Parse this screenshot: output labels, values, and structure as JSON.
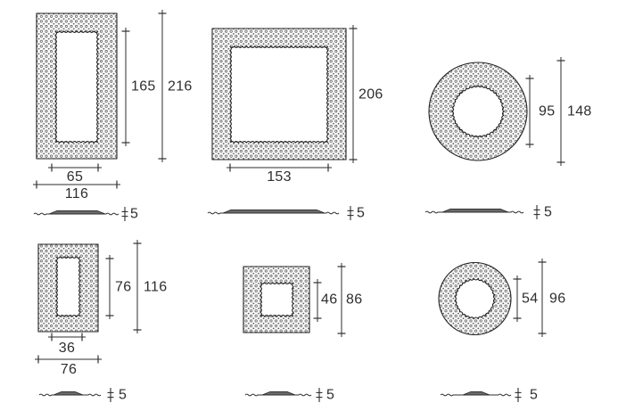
{
  "diagram": {
    "title": "gasket-dimension-drawing",
    "colors": {
      "line": "#2e2e2e",
      "dot_fill": "#555555",
      "background": "#ffffff"
    },
    "figures": [
      {
        "name": "rectangle-large",
        "shape": "rectangular-frame",
        "labels": {
          "inner_height": "165",
          "outer_height": "216",
          "inner_width": "65",
          "outer_width": "116",
          "thickness": "5"
        }
      },
      {
        "name": "square-large",
        "shape": "square-frame",
        "labels": {
          "outer_height": "206",
          "inner_width": "153",
          "thickness": "5"
        }
      },
      {
        "name": "ring-large",
        "shape": "circular-ring",
        "labels": {
          "inner_diameter": "95",
          "outer_diameter": "148",
          "thickness": "5"
        }
      },
      {
        "name": "rectangle-small",
        "shape": "rectangular-frame",
        "labels": {
          "inner_height": "76",
          "outer_height": "116",
          "inner_width": "36",
          "outer_width": "76",
          "thickness": "5"
        }
      },
      {
        "name": "square-small",
        "shape": "square-frame",
        "labels": {
          "inner_height": "46",
          "outer_height": "86",
          "thickness": "5"
        }
      },
      {
        "name": "ring-small",
        "shape": "circular-ring",
        "labels": {
          "inner_diameter": "54",
          "outer_diameter": "96",
          "thickness": "5"
        }
      }
    ]
  }
}
